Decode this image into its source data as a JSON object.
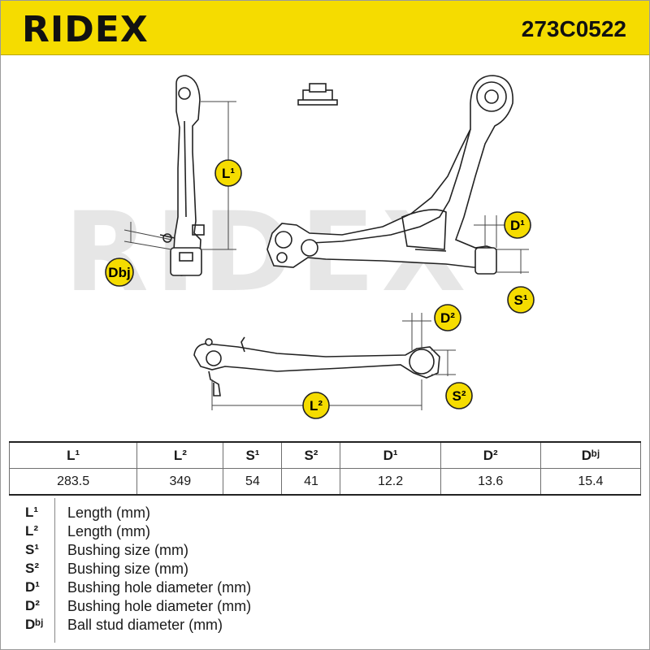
{
  "header": {
    "brand": "RIDEX",
    "part_number": "273C0522",
    "brand_color": "#f5dc00"
  },
  "watermark": "RIDEX",
  "callouts": {
    "L1": "L¹",
    "L2": "L²",
    "S1": "S¹",
    "S2": "S²",
    "D1": "D¹",
    "D2": "D²",
    "Dbj": "Dbj"
  },
  "table": {
    "headers": [
      "L¹",
      "L²",
      "S¹",
      "S²",
      "D¹",
      "D²",
      "Dᵇʲ"
    ],
    "values": [
      "283.5",
      "349",
      "54",
      "41",
      "12.2",
      "13.6",
      "15.4"
    ]
  },
  "legend": [
    {
      "key": "L¹",
      "text": "Length (mm)"
    },
    {
      "key": "L²",
      "text": "Length (mm)"
    },
    {
      "key": "S¹",
      "text": "Bushing size (mm)"
    },
    {
      "key": "S²",
      "text": "Bushing size (mm)"
    },
    {
      "key": "D¹",
      "text": "Bushing hole diameter (mm)"
    },
    {
      "key": "D²",
      "text": "Bushing hole diameter (mm)"
    },
    {
      "key": "Dᵇʲ",
      "text": "Ball stud diameter (mm)"
    }
  ]
}
